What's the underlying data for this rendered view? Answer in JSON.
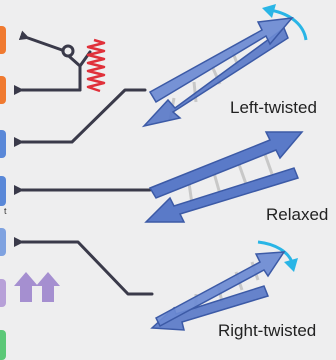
{
  "labels": {
    "left_twisted": "Left-twisted",
    "relaxed": "Relaxed",
    "right_twisted": "Right-twisted",
    "edge_fragment": "t"
  },
  "colors": {
    "background": "#eeeeef",
    "strand_fill": "#5a7ac8",
    "strand_stroke": "#3c5aa6",
    "rung": "#c8c8c8",
    "connector_line": "#3a3a4a",
    "spring": "#e0303a",
    "rotation_arrow": "#29b5e6",
    "tab_orange": "#f07a30",
    "tab_blue": "#5a88d8",
    "tab_purple": "#b7a0d8",
    "tab_green": "#5cc878",
    "up_arrows": "#a58fd0"
  },
  "icons": {
    "spring": "spring-coil-icon",
    "switch": "lever-switch-icon",
    "rotation": "curved-rotation-arrow-icon",
    "up_arrows": "double-up-arrow-icon"
  }
}
